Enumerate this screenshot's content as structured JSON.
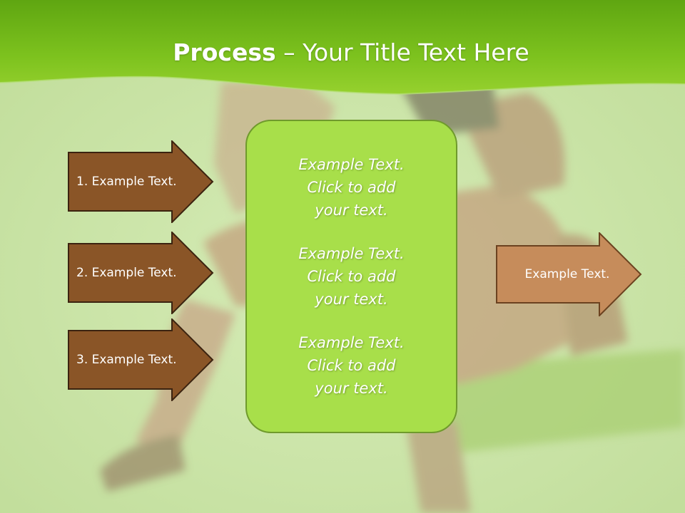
{
  "slide": {
    "title_bold": "Process",
    "title_rest": " – Your Title Text Here"
  },
  "input_arrows": [
    {
      "label": "1. Example Text."
    },
    {
      "label": "2. Example Text."
    },
    {
      "label": "3. Example Text."
    }
  ],
  "center_box": {
    "blocks": [
      {
        "line1": "Example Text.",
        "line2": "Click  to add",
        "line3": "your text."
      },
      {
        "line1": "Example Text.",
        "line2": "Click  to add",
        "line3": "your text."
      },
      {
        "line1": "Example Text.",
        "line2": "Click  to add",
        "line3": "your text."
      }
    ]
  },
  "output_arrow": {
    "label": "Example Text."
  },
  "colors": {
    "header_green": "#7dc21e",
    "dark_arrow_fill": "#8a5527",
    "dark_arrow_stroke": "#3b2310",
    "light_arrow_fill": "#c68c5b",
    "box_fill": "#a8df4a",
    "box_stroke": "#6f9a2c"
  }
}
